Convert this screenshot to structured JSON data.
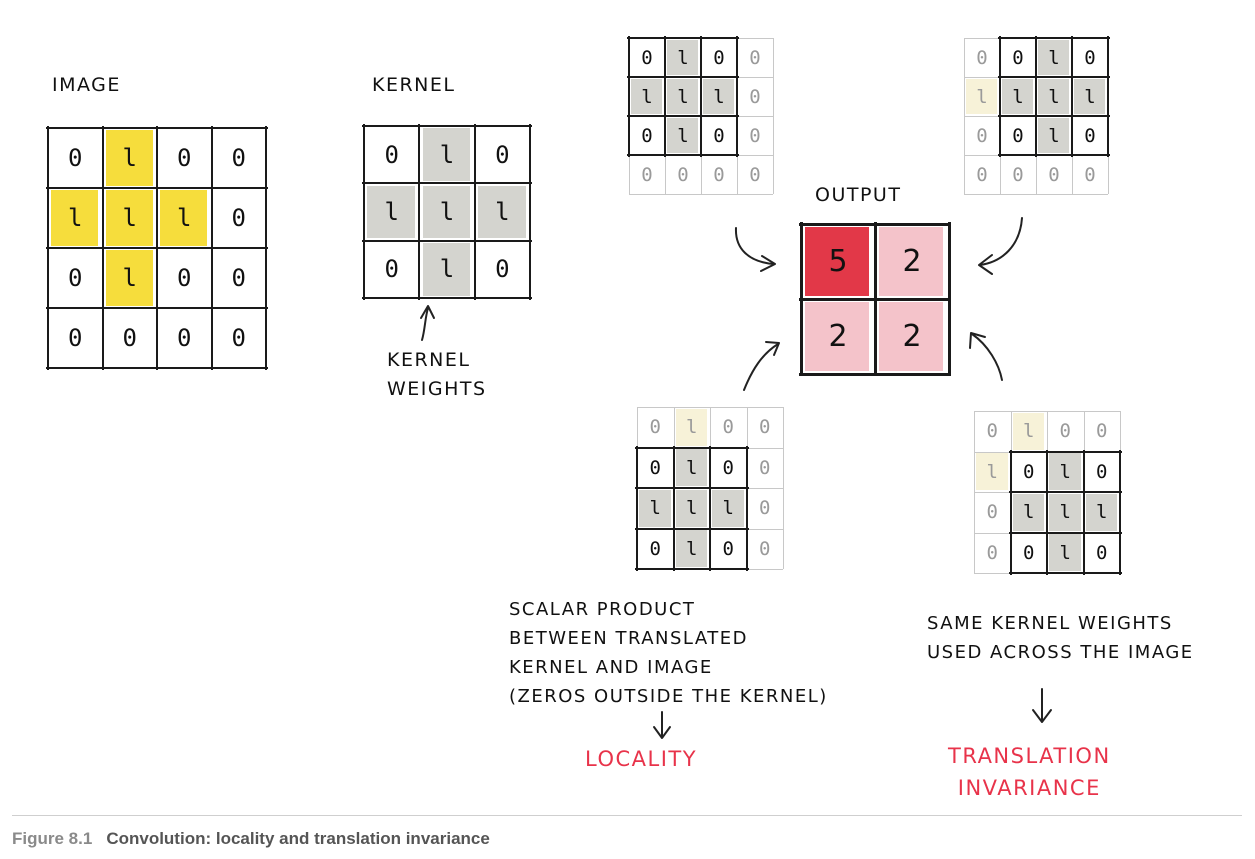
{
  "labels": {
    "image": "IMAGE",
    "kernel": "KERNEL",
    "kernel_weights": "KERNEL\nWEIGHTS",
    "output": "OUTPUT",
    "scalar_note": "SCALAR PRODUCT\nBETWEEN TRANSLATED\nKERNEL AND IMAGE\n(ZEROS OUTSIDE THE KERNEL)",
    "same_note": "SAME KERNEL WEIGHTS\nUSED ACROSS THE IMAGE",
    "locality": "LOCALITY",
    "translation_invariance": "TRANSLATION\nINVARIANCE"
  },
  "caption": {
    "number": "Figure 8.1",
    "text": "Convolution: locality and translation invariance"
  },
  "colors": {
    "highlight_yellow": "#f6dd3c",
    "kernel_gray": "#d4d4cf",
    "faint_yellow": "#f7f2d8",
    "red_text": "#e8334a",
    "output_dark": "#e23848",
    "output_light": "#f4c3ca"
  },
  "grids": {
    "image": [
      [
        0,
        1,
        0,
        0
      ],
      [
        1,
        1,
        1,
        0
      ],
      [
        0,
        1,
        0,
        0
      ],
      [
        0,
        0,
        0,
        0
      ]
    ],
    "kernel": [
      [
        0,
        1,
        0
      ],
      [
        1,
        1,
        1
      ],
      [
        0,
        1,
        0
      ]
    ],
    "output": [
      [
        5,
        2
      ],
      [
        2,
        2
      ]
    ],
    "position_top_left": [
      [
        0,
        1,
        0,
        0
      ],
      [
        1,
        1,
        1,
        0
      ],
      [
        0,
        1,
        0,
        0
      ],
      [
        0,
        0,
        0,
        0
      ]
    ],
    "position_top_right": [
      [
        0,
        0,
        1,
        0
      ],
      [
        1,
        1,
        1,
        1
      ],
      [
        0,
        0,
        1,
        0
      ],
      [
        0,
        0,
        0,
        0
      ]
    ],
    "position_bottom_left": [
      [
        0,
        1,
        0,
        0
      ],
      [
        0,
        1,
        0,
        0
      ],
      [
        1,
        1,
        1,
        0
      ],
      [
        0,
        1,
        0,
        0
      ]
    ],
    "position_bottom_right": [
      [
        0,
        1,
        0,
        0
      ],
      [
        1,
        0,
        1,
        0
      ],
      [
        0,
        1,
        1,
        1
      ],
      [
        0,
        0,
        1,
        0
      ]
    ]
  }
}
